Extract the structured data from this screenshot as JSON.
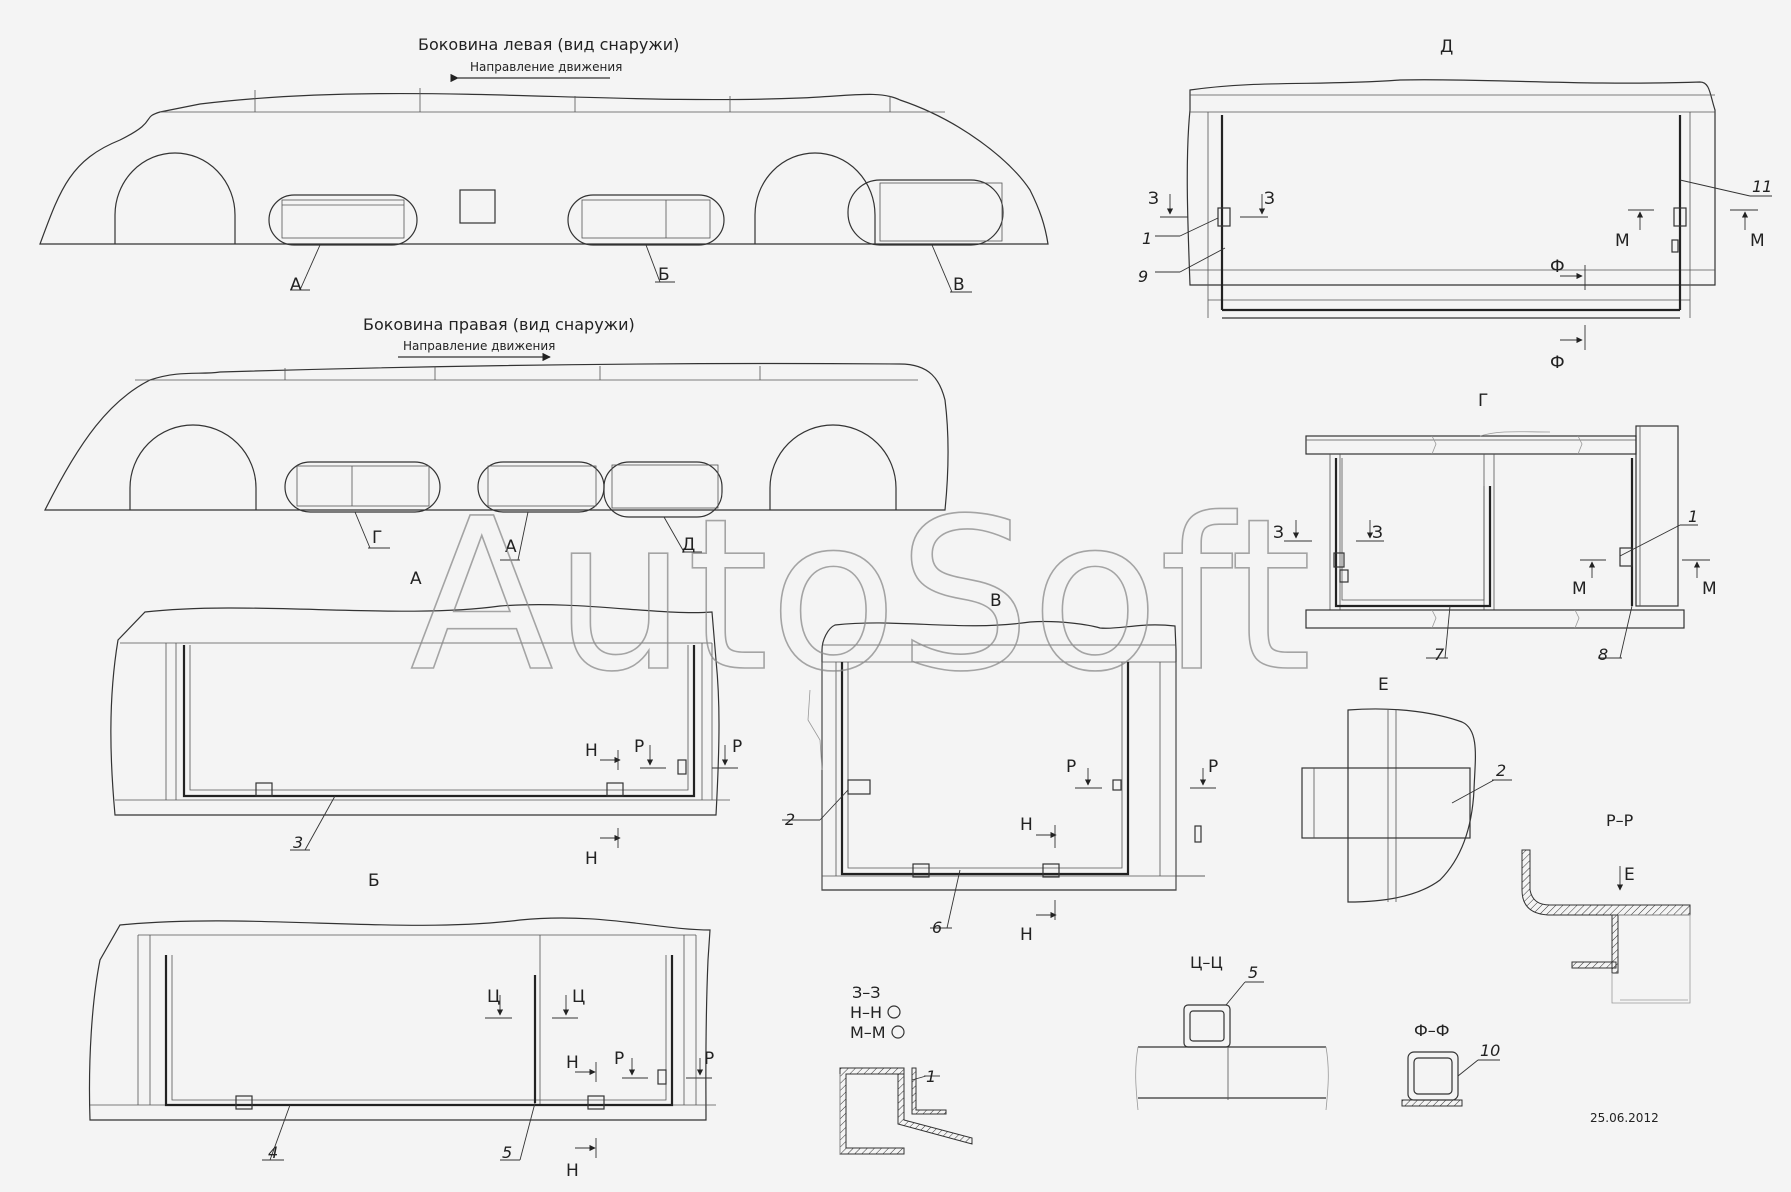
{
  "left_side": {
    "title": "Боковина левая (вид снаружи)",
    "direction": "Направление движения",
    "callouts": [
      "А",
      "Б",
      "В"
    ]
  },
  "right_side": {
    "title": "Боковина правая (вид снаружи)",
    "direction": "Направление движения",
    "callouts": [
      "Г",
      "А",
      "Д"
    ]
  },
  "views": {
    "a": "А",
    "b": "Б",
    "v": "В",
    "g": "Г",
    "d": "Д",
    "e": "Е"
  },
  "sections": {
    "zz": "З–З",
    "nn": "Н–Н",
    "mm": "М–М",
    "tsts": "Ц–Ц",
    "ff": "Ф–Ф",
    "rr": "Р–Р"
  },
  "cut_letters": {
    "z": "З",
    "m": "М",
    "f": "Ф",
    "n": "Н",
    "r": "Р",
    "ts": "Ц",
    "e": "Е"
  },
  "part_numbers": {
    "p1": "1",
    "p2": "2",
    "p3": "3",
    "p4": "4",
    "p5": "5",
    "p6": "6",
    "p7": "7",
    "p8": "8",
    "p9": "9",
    "p10": "10",
    "p11": "11"
  },
  "watermark": "AutoSoft",
  "date": "25.06.2012"
}
